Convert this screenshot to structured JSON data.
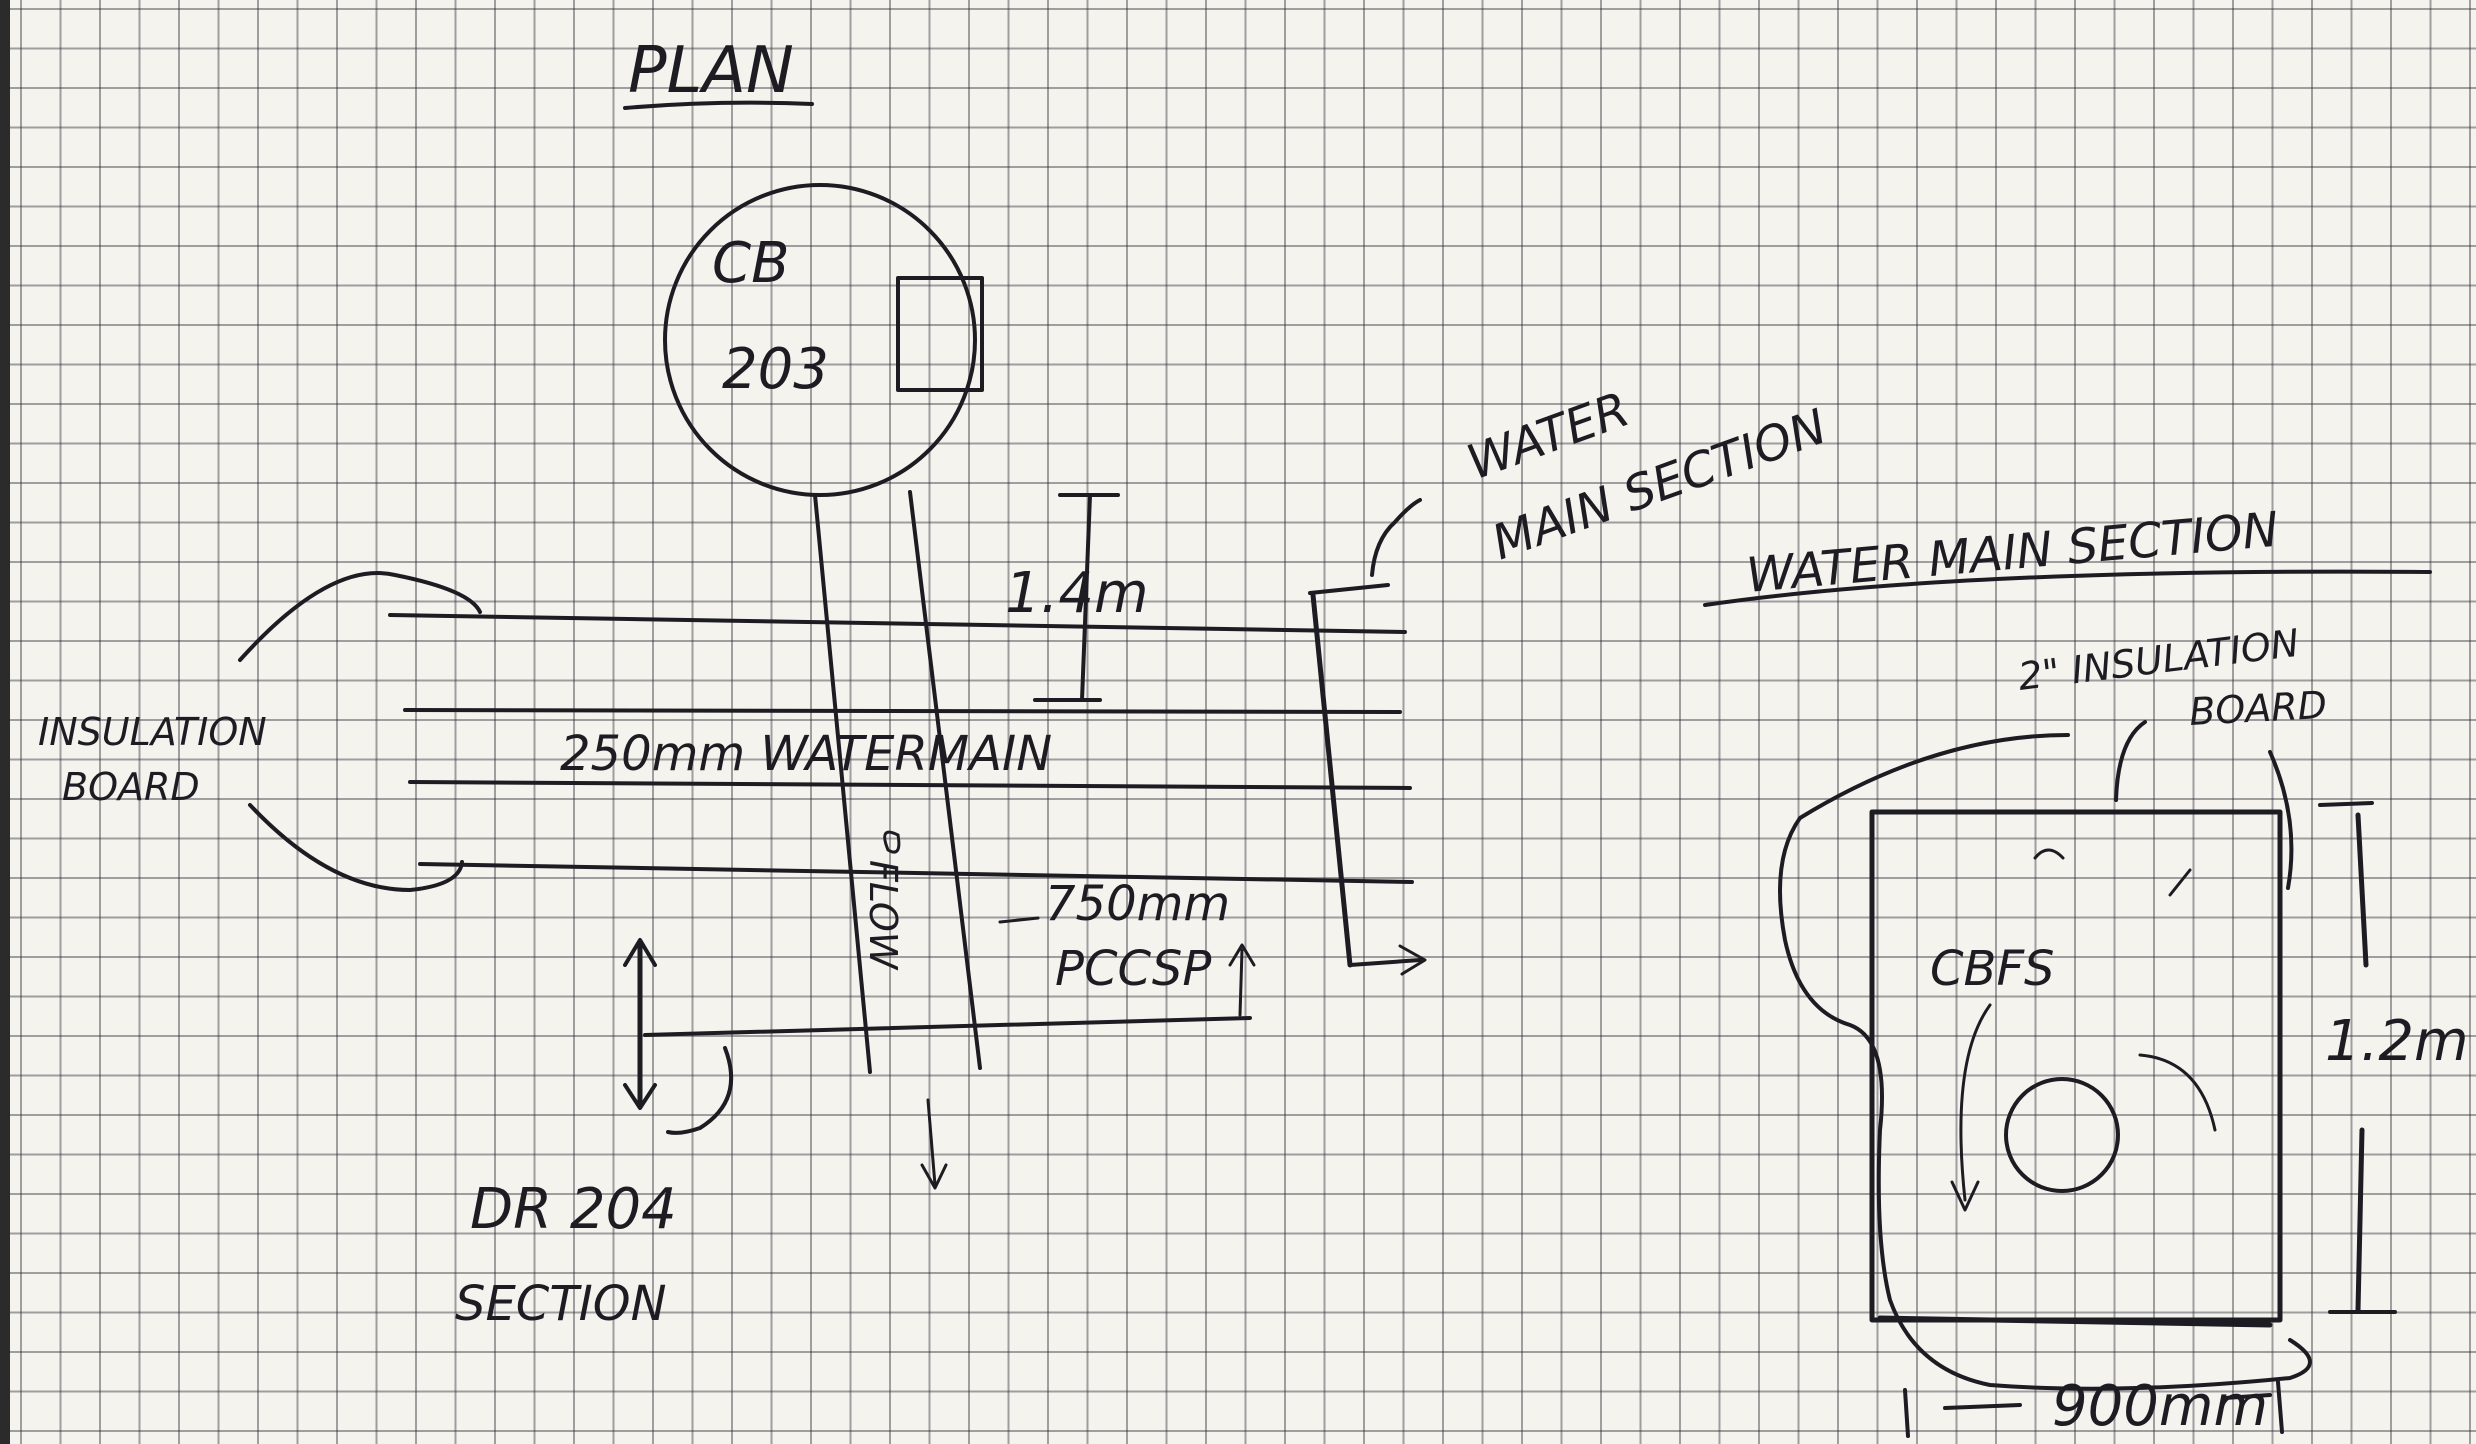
{
  "plan_title": "PLAN",
  "catch_basin": {
    "line1": "CB",
    "line2": "203"
  },
  "water_main_label": "250mm WATERMAIN",
  "clearance_dim": "1.4m",
  "section_callout": {
    "line1": "WATER",
    "line2": "MAIN SECTION"
  },
  "insulation_left": {
    "line1": "INSULATION",
    "line2": "BOARD"
  },
  "pipe_label": {
    "line1": "750mm",
    "line2": "PCCSP"
  },
  "flow_label": "FLOW",
  "dr_section": {
    "line1": "DR 204",
    "line2": "SECTION"
  },
  "section_title": "WATER MAIN SECTION",
  "insulation_right": {
    "line1": "2\" INSULATION",
    "line2": "BOARD"
  },
  "backfill_label": "CBFS",
  "section_height": "1.2m",
  "section_width": "900mm"
}
